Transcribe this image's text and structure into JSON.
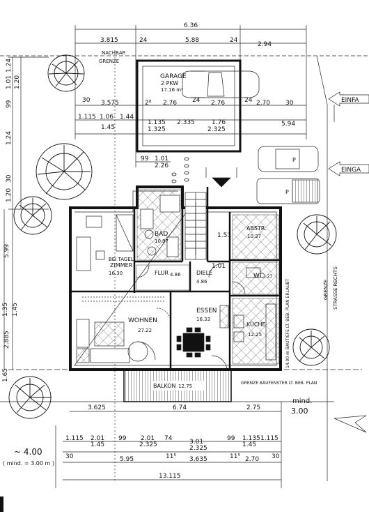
{
  "rooms": {
    "garage": {
      "name": "GARAGE",
      "sub1": "2 PKW",
      "sub2": "17.16 m²"
    },
    "bad": {
      "name": "BAD",
      "area": "10.97"
    },
    "abstr": {
      "name": "ABSTR.",
      "area": "10.37"
    },
    "beitage": {
      "name1": "BEI TAGEL",
      "name2": "ZIMMER",
      "area": "16.30"
    },
    "flur": {
      "name": "FLUR",
      "area": "4.86"
    },
    "diele": {
      "name": "DIELE",
      "area": "4.86"
    },
    "wc": {
      "name": "WC",
      "area": "2.23"
    },
    "wohnen": {
      "name": "WOHNEN",
      "area": "27.22"
    },
    "essen": {
      "name": "ESSEN",
      "area": "16.33"
    },
    "kueche": {
      "name": "KÜCHE",
      "area": "12.25"
    },
    "balkon": {
      "name": "BALKON",
      "area": "12.75"
    }
  },
  "labels": {
    "nachbar1": "NACHBAR",
    "nachbar2": "GRENZE",
    "einfahrt": "EINFA",
    "eingang": "EINGA",
    "grenze_strasse1": "GRENZE",
    "grenze_strasse2": "STRASSE RECHTS",
    "bautiefe": "14.00 m BAUTIEFE LT. BEB. PLAN ERLAUBT",
    "grenze_baufenster": "GRENZE BAUFENSTER LT. BEB. PLAN",
    "mind_top": "mind.",
    "mind_val": "3.00",
    "approx4": "~ 4.00",
    "mind3": "( mind. = 3.00 m )",
    "car_p": "P"
  },
  "dims": {
    "top_total": "6.36",
    "top_left": "3.815",
    "top_24a": "24",
    "top_588": "5.88",
    "top_24b": "24",
    "top_294": "2.94",
    "r2_30": "30",
    "r2_3575": "3.575",
    "r2_28": "2⁸",
    "r2_276a": "2.76",
    "r2_24": "24",
    "r2_276b": "2.76",
    "r2_24b": "24",
    "r2_270": "2.70",
    "r2_30b": "30",
    "r3_1115": "1.115",
    "r3_106": "1.06",
    "r3_144": "1.44",
    "r3_1135": "1.135",
    "r3_2335": "2.335",
    "r3_176": "1.76",
    "r3_145": "1.45",
    "r3_1325": "1.325",
    "r3_2325": "2.325",
    "r3_594": "5.94",
    "r4_99": "99",
    "r4_101": "1.01",
    "r4_226": "2.26",
    "flur_151": "1.51",
    "flur_101": "1.01",
    "left_124a": "1.24",
    "left_101": "1.01",
    "left_120": "1.20",
    "left_99": "99",
    "left_124b": "1.24",
    "left_30": "30",
    "left_120b": "1.20",
    "left_599": "5.99",
    "left_135": "1.35",
    "left_145": "1.45",
    "left_2885": "2.885",
    "left_165": "1.65",
    "b1_3625": "3.625",
    "b1_674": "6.74",
    "b1_275": "2.75",
    "b2_1115": "1.115",
    "b2_201": "2.01",
    "b2_99": "99",
    "b2_201b": "2.01",
    "b2_74": "74",
    "b2_301": "3.01",
    "b2_99b": "99",
    "b2_1135": "1.135",
    "b2_1115b": "1.115",
    "b2_145": "1.45",
    "b2_2325": "2.325",
    "b2_2325b": "2.325",
    "b2_145b": "1.45",
    "b3_30": "30",
    "b3_595": "5.95",
    "b3_115": "11⁵",
    "b3_3635": "3.635",
    "b3_115b": "11⁵",
    "b3_270": "2.70",
    "b3_30b": "30",
    "b4_13115": "13.115"
  }
}
